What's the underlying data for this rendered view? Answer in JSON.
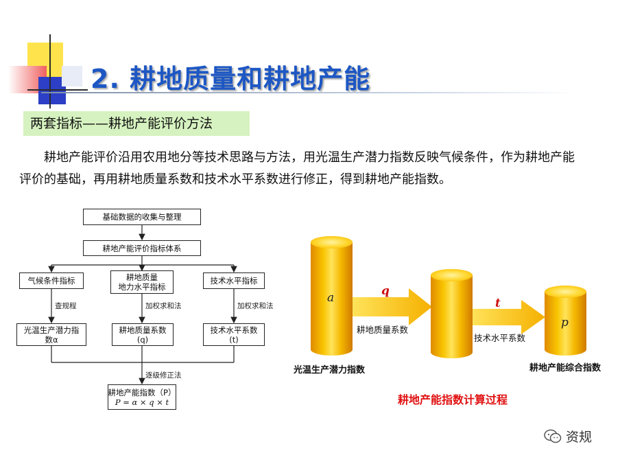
{
  "title": "2. 耕地质量和耕地产能",
  "subtitle": "两套指标——耕地产能评价方法",
  "paragraph": "耕地产能评价沿用农用地分等技术思路与方法，用光温生产潜力指数反映气候条件，作为耕地产能评价的基础，再用耕地质量系数和技术水平系数进行修正，得到耕地产能指数。",
  "flowchart": {
    "collect": "基础数据的收集与整理",
    "system": "耕地产能评价指标体系",
    "climate_indicator": "气候条件指标",
    "quality_indicator_line1": "耕地质量",
    "quality_indicator_line2": "地力水平指标",
    "tech_indicator": "技术水平指标",
    "method_lookup": "查规程",
    "method_weighted1": "加权求和法",
    "method_weighted2": "加权求和法",
    "light_index_line1": "光温生产潜力指",
    "light_index_line2": "数α",
    "quality_coef_line1": "耕地质量系数",
    "quality_coef_line2": "(q)",
    "tech_coef_line1": "技术水平系数",
    "tech_coef_line2": "(t)",
    "method_step": "逐级修正法",
    "result_line1": "耕地产能指数（P）",
    "result_line2": "P = α × q × t"
  },
  "cylinder_diagram": {
    "cyl_a_letter": "a",
    "cyl_p_letter": "p",
    "arrow_q_letter": "q",
    "arrow_t_letter": "t",
    "arrow_q_label": "耕地质量系数",
    "arrow_t_label": "技术水平系数",
    "cyl_a_caption": "光温生产潜力指数",
    "cyl_p_caption": "耕地产能综合指数",
    "caption": "耕地产能指数计算过程"
  },
  "watermark": "资规",
  "colors": {
    "title": "#1d57c4",
    "subtitle_bg": "#d6f2c0",
    "caption_red": "#e01010",
    "cylinder": "#f8c400"
  }
}
